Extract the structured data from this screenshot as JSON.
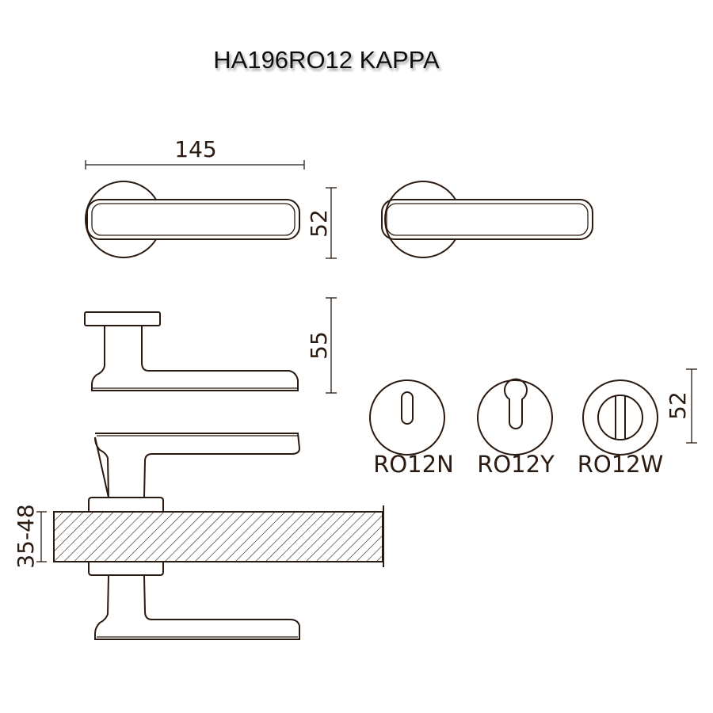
{
  "title": "HA196RO12  KAPPA",
  "dimensions": {
    "length": "145",
    "top_height": "52",
    "side_height": "55",
    "door_thickness": "35-48",
    "rose_diameter": "52"
  },
  "roses": [
    {
      "label": "RO12N",
      "type": "keyhole"
    },
    {
      "label": "RO12Y",
      "type": "euro-cylinder"
    },
    {
      "label": "RO12W",
      "type": "wc-turn"
    }
  ],
  "colors": {
    "line": "#2a1a10"
  }
}
